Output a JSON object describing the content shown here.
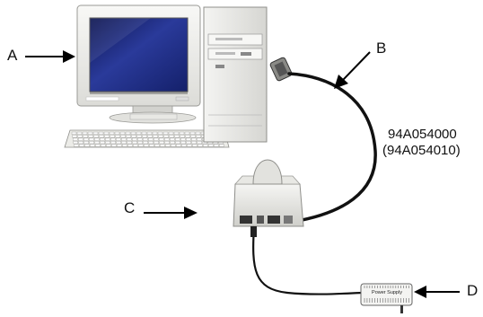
{
  "callouts": {
    "a": "A",
    "b": "B",
    "c": "C",
    "d": "D"
  },
  "cable_part_number": "94A054000",
  "cable_part_number_alt": "(94A054010)",
  "power_supply_label": "Power Supply",
  "colors": {
    "screen": "#1f2f8c",
    "device_body": "#f2f2f2",
    "outline": "#666666",
    "cable": "#111111"
  },
  "icons": [
    "arrow-right-icon",
    "arrow-left-icon",
    "arrow-down-left-icon"
  ]
}
